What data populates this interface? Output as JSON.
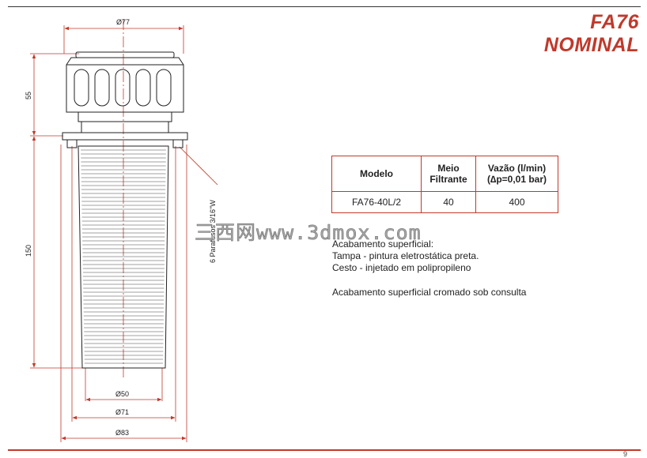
{
  "header": {
    "code": "FA76",
    "subtitle": "NOMINAL"
  },
  "drawing": {
    "dims": {
      "d77": "Ø77",
      "h55": "55",
      "h150": "150",
      "d50": "Ø50",
      "d71": "Ø71",
      "d83": "Ø83",
      "bolts": "6 Parafusos 3/16\"W"
    }
  },
  "table": {
    "headers": [
      {
        "line1": "Modelo",
        "line2": ""
      },
      {
        "line1": "Meio",
        "line2": "Filtrante"
      },
      {
        "line1": "Vazão (l/min)",
        "line2": "(∆p=0,01 bar)"
      }
    ],
    "rows": [
      [
        "FA76-40L/2",
        "40",
        "400"
      ]
    ]
  },
  "watermark": "三西网www.3dmox.com",
  "notes": {
    "title": "Acabamento superficial:",
    "line1": "Tampa - pintura eletrostática preta.",
    "line2": "Cesto - injetado em polipropileno",
    "line3": "Acabamento superficial cromado sob consulta"
  },
  "page_number": "9",
  "colors": {
    "accent": "#c0392b",
    "line": "#222222"
  }
}
